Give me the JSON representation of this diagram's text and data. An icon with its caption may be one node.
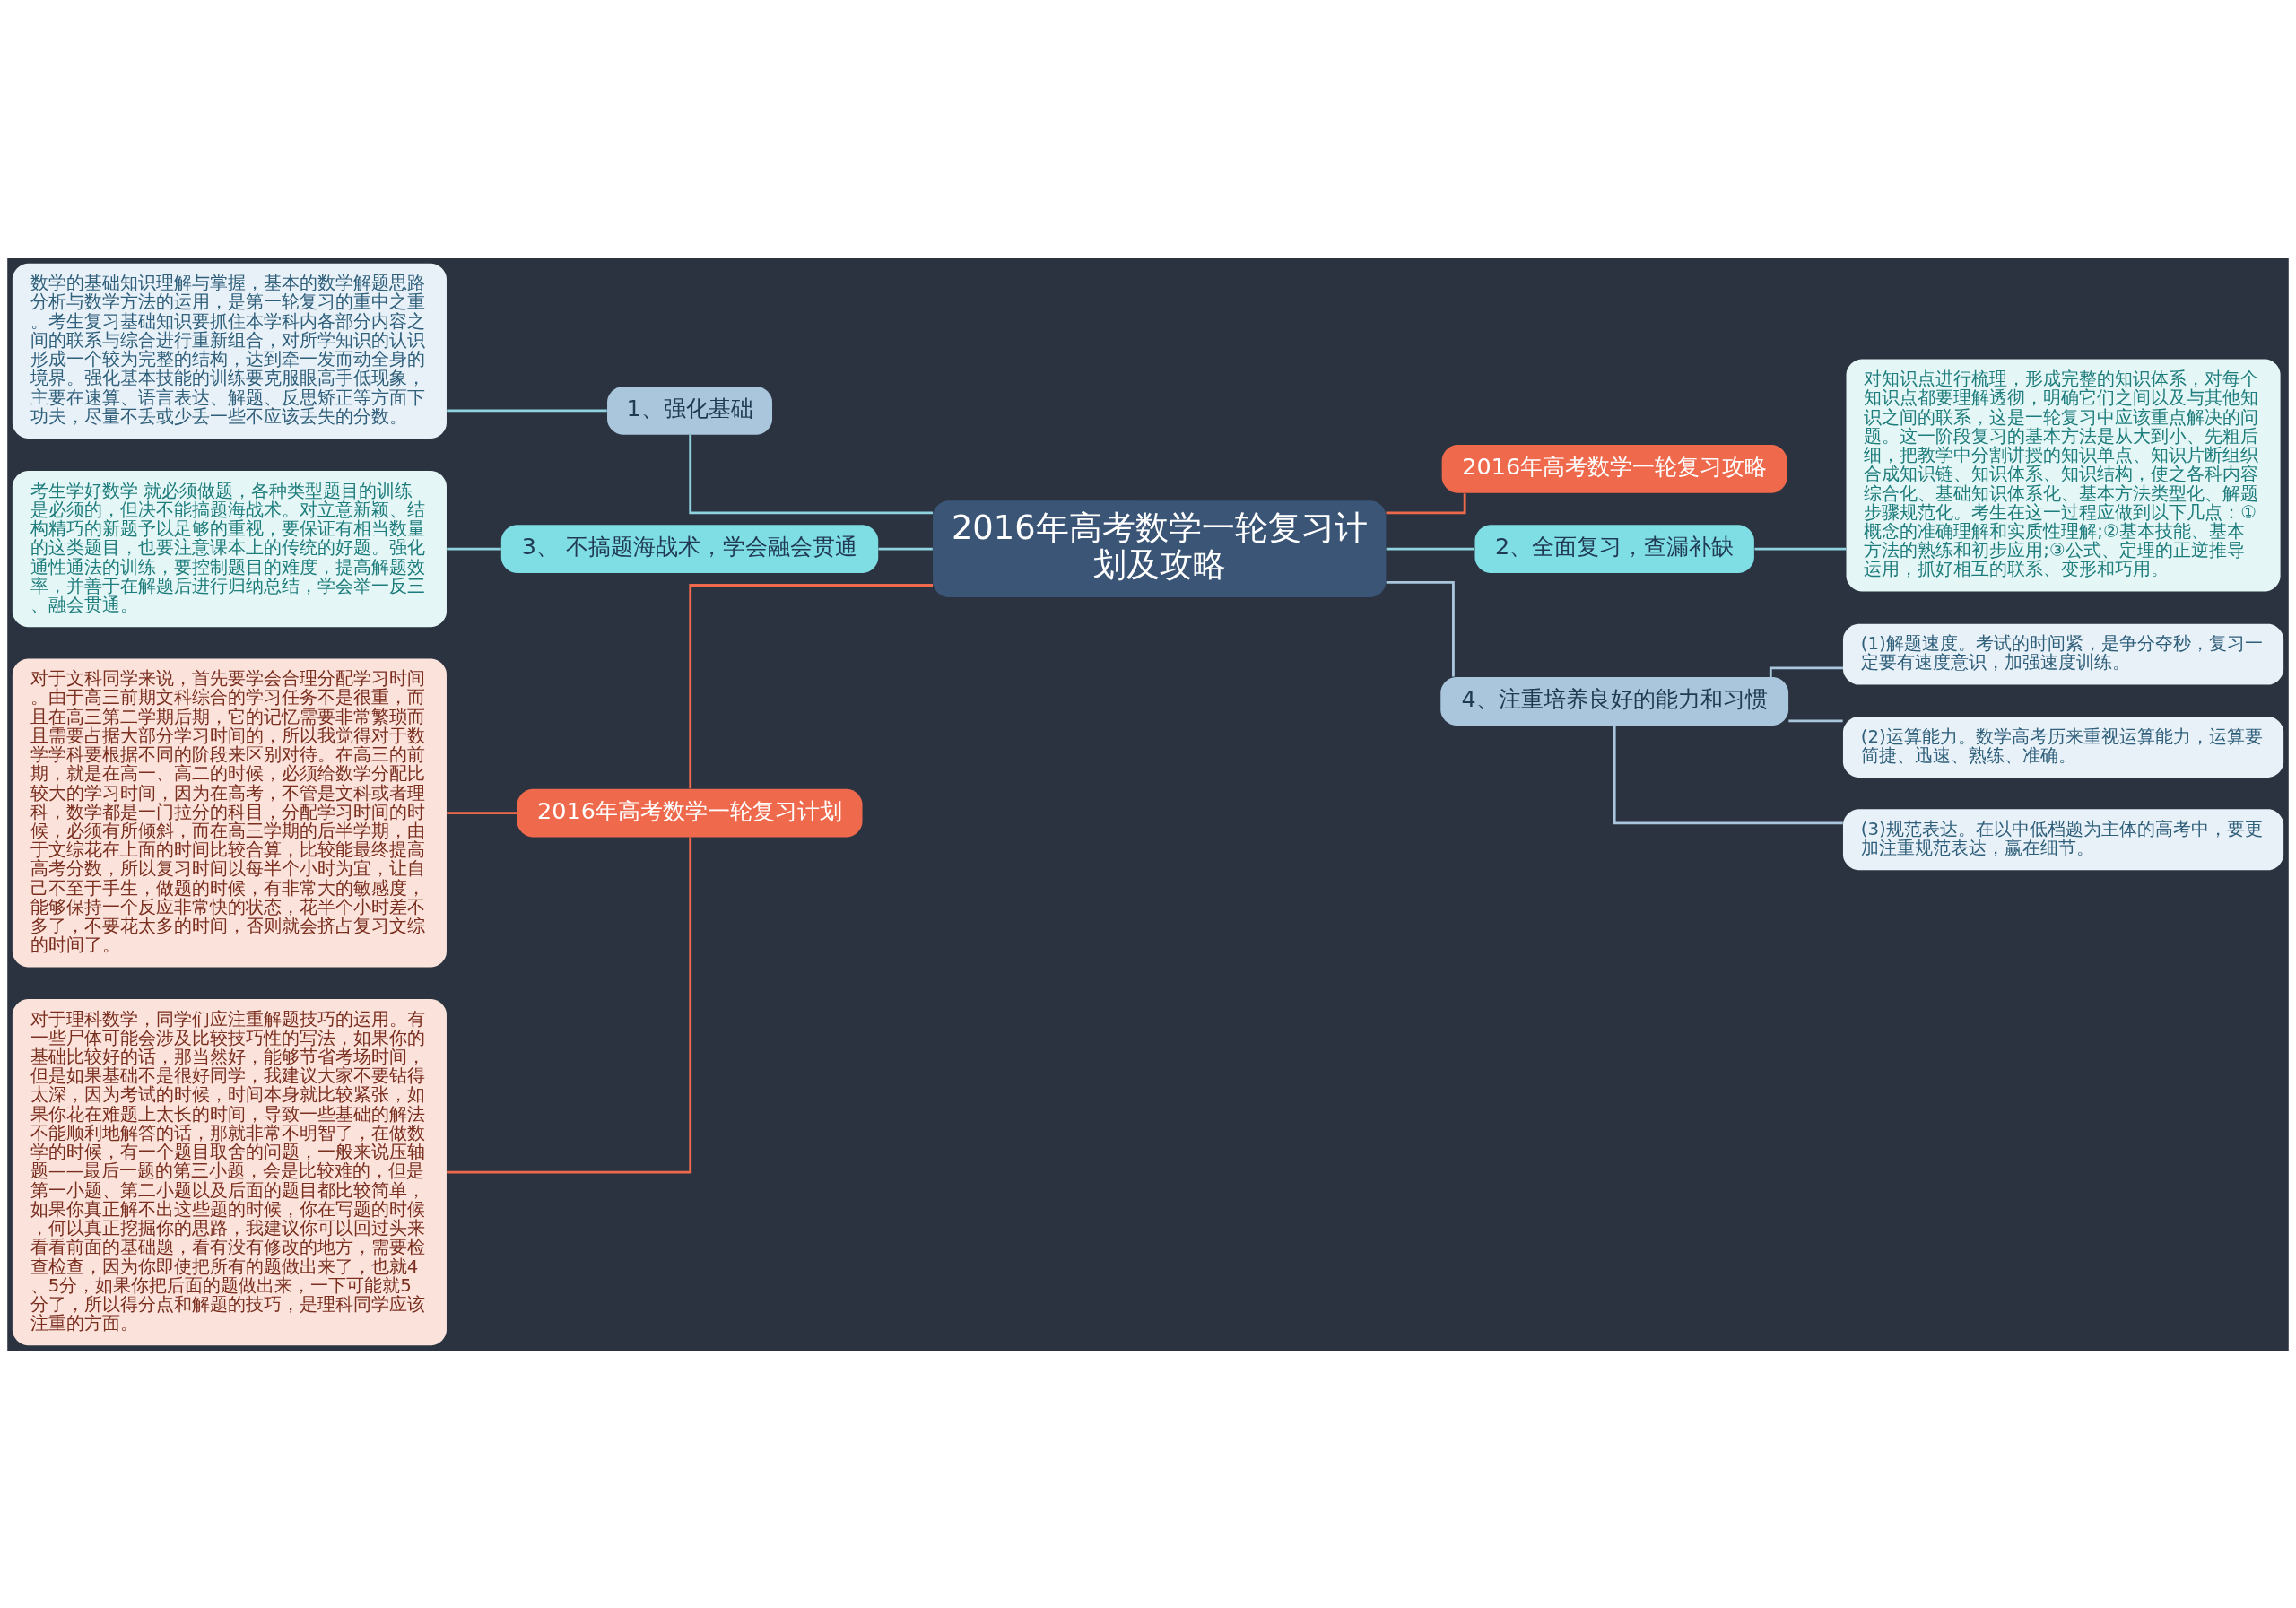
{
  "diagram": {
    "nodes": [
      {
        "text": [
          "2016年高考数学一轮复习计划及攻略"
        ]
      },
      {
        "text": [
          "1、强化基础"
        ]
      },
      {
        "text": [
          "数学的基础知识理解与掌握，基本的数学解题思路分析与数学方法的运用，是第一轮复习的重中之重。考生复习基础知识要抓住本学科内各部分内容之间的联系与综合进行重新组合，对所学知识的认识形成一个较为完整的结构，达到牵一发而动全身的境界。强化基本技能的训练要克服眼高手低现象，主要在速算、语言表达、解题、反思矫正等方面下功夫，尽量不丢或少丢一些不应该丢失的分数。"
        ]
      },
      {
        "text": [
          "3、 不搞题海战术，学会融会贯通"
        ]
      },
      {
        "text": [
          "考生学好数学 就必须做题，各种类型题目的训练是必须的，但决不能搞题海战术。对立意新颖、结构精巧的新题予以足够的重视，要保证有相当数量的这类题目，也要注意课本上的传统的好题。强化通性通法的训练，要控制题目的难度，提高解题效率，并善于在解题后进行归纳总结，学会举一反三、融会贯通。"
        ]
      },
      {
        "text": [
          "2016年高考数学一轮复习计划"
        ]
      },
      {
        "text": [
          "对于文科同学来说，首先要学会合理分配学习时间。由于高三前期文科综合的学习任务不是很重，而且在高三第二学期后期，它的记忆需要非常繁琐而且需要占据大部分学习时间的，所以我觉得对于数学学科要根据不同的阶段来区别对待。在高三的前期，就是在高一、高二的时候，必须给数学分配比较大的学习时间，因为在高考，不管是文科或者理科，数学都是一门拉分的科目，分配学习时间的时候，必须有所倾斜，而在高三学期的后半学期，由于文综花在上面的时间比较合算，比较能最终提高高考分数，所以复习时间以每半个小时为宜，让自己不至于手生，做题的时候，有非常大的敏感度，能够保持一个反应非常快的状态，花半个小时差不多了，不要花太多的时间，否则就会挤占复习文综的时间了。"
        ]
      },
      {
        "text": [
          "对于理科数学，同学们应注重解题技巧的运用。有一些尸体可能会涉及比较技巧性的写法，如果你的基础比较好的话，那当然好，能够节省考场时间，但是如果基础不是很好同学，我建议大家不要钻得太深，因为考试的时候，时间本身就比较紧张，如果你花在难题上太长的时间，导致一些基础的解法不能顺利地解答的话，那就非常不明智了，在做数学的时候，有一个题目取舍的问题，一般来说压轴题——最后一题的第三小题，会是比较难的，但是第一小题、第二小题以及后面的题目都比较简单，如果你真正解不出这些题的时候，你在写题的时候，何以真正挖掘你的思路，我建议你可以回过头来看看前面的基础题，看有没有修改的地方，需要检查检查，因为你即使把所有的题做出来了，也就4、5分，如果你把后面的题做出来，一下可能就5分了，所以得分点和解题的技巧，是理科同学应该注重的方面。"
        ]
      },
      {
        "text": [
          "2016年高考数学一轮复习攻略"
        ]
      },
      {
        "text": [
          "2、全面复习，查漏补缺"
        ]
      },
      {
        "text": [
          "对知识点进行梳理，形成完整的知识体系，对每个知识点都要理解透彻，明确它们之间以及与其他知识之间的联系，这是一轮复习中应该重点解决的问题。这一阶段复习的基本方法是从大到小、先粗后细，把教学中分割讲授的知识单点、知识片断组织合成知识链、知识体系、知识结构，使之各科内容综合化、基础知识体系化、基本方法类型化、解题步骤规范化。考生在这一过程应做到以下几点：①概念的准确理解和实质性理解;②基本技能、基本方法的熟练和初步应用;③公式、定理的正逆推导运用，抓好相互的联系、变形和巧用。"
        ]
      },
      {
        "text": [
          "4、注重培养良好的能力和习惯"
        ]
      },
      {
        "text": [
          "(1)解题速度。考试的时间紧，是争分夺秒，复习一定要有速度意识，加强速度训练。"
        ]
      },
      {
        "text": [
          "(2)运算能力。数学高考历来重视运算能力，运算要简捷、迅速、熟练、准确。"
        ]
      },
      {
        "text": [
          "(3)规范表达。在以中低档题为主体的高考中，要更加注重规范表达，赢在细节。"
        ]
      }
    ],
    "edges": [
      {
        "from": 0,
        "to": 1,
        "arrow": "none",
        "color": "#8fd3df"
      },
      {
        "from": 1,
        "to": 2,
        "arrow": "none",
        "color": "#8fd3df"
      },
      {
        "from": 0,
        "to": 3,
        "arrow": "none",
        "color": "#8fd3df"
      },
      {
        "from": 3,
        "to": 4,
        "arrow": "none",
        "color": "#8fd3df"
      },
      {
        "from": 0,
        "to": 5,
        "arrow": "none",
        "color": "#ef6a4c"
      },
      {
        "from": 5,
        "to": 6,
        "arrow": "none",
        "color": "#ef6a4c"
      },
      {
        "from": 5,
        "to": 7,
        "arrow": "none",
        "color": "#ef6a4c"
      },
      {
        "from": 0,
        "to": 8,
        "arrow": "none",
        "color": "#ef6a4c"
      },
      {
        "from": 0,
        "to": 9,
        "arrow": "none",
        "color": "#8fd3df"
      },
      {
        "from": 9,
        "to": 10,
        "arrow": "none",
        "color": "#8fd3df"
      },
      {
        "from": 0,
        "to": 11,
        "arrow": "none",
        "color": "#a9c6dc"
      },
      {
        "from": 11,
        "to": 12,
        "arrow": "none",
        "color": "#a9c6dc"
      },
      {
        "from": 11,
        "to": 13,
        "arrow": "none",
        "color": "#a9c6dc"
      },
      {
        "from": 11,
        "to": 14,
        "arrow": "none",
        "color": "#a9c6dc"
      }
    ]
  }
}
